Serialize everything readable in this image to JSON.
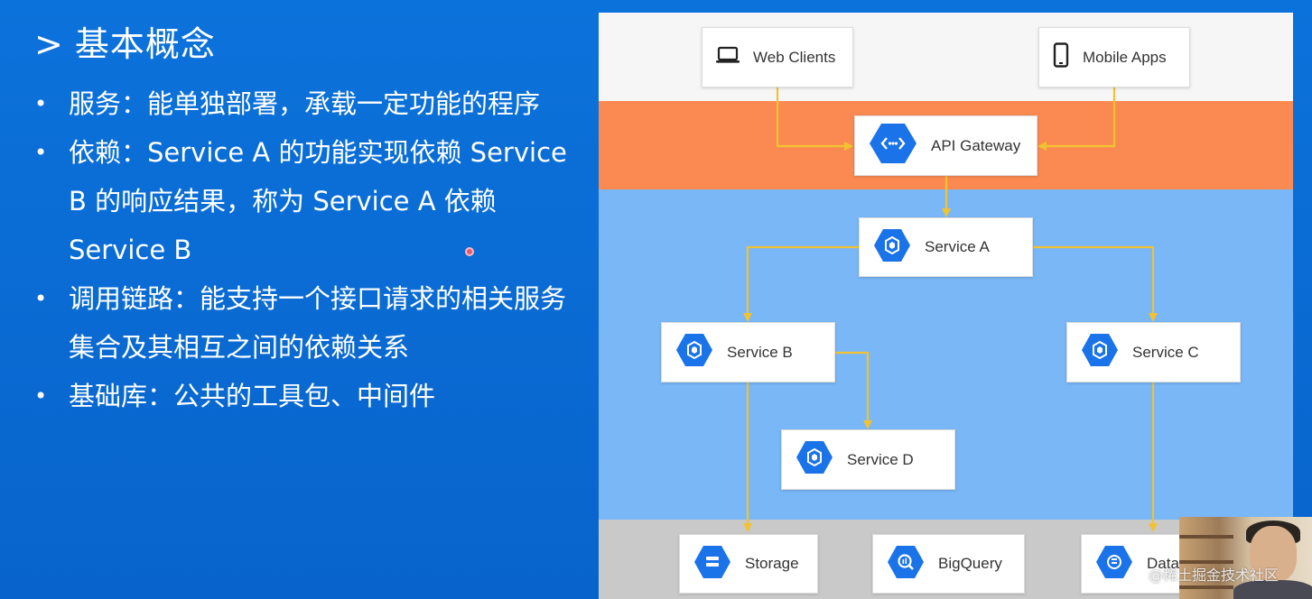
{
  "slide": {
    "caret": ">",
    "title": "基本概念",
    "bullets": [
      {
        "text": "服务：能单独部署，承载一定功能的程序"
      },
      {
        "text": "依赖：Service A 的功能实现依赖 Service B 的响应结果，称为 Service A 依赖 Service B"
      },
      {
        "text": "调用链路：能支持一个接口请求的相关服务集合及其相互之间的依赖关系"
      },
      {
        "text": "基础库：公共的工具包、中间件"
      }
    ],
    "bullet_glyph": "•"
  },
  "diagram": {
    "colors": {
      "clients_band": "#f6f6f6",
      "gateway_band": "#fb8a52",
      "services_band": "#79b7f7",
      "storage_band": "#c9c9c9",
      "connector": "#f2c230",
      "hex_icon": "#1a73e8"
    },
    "nodes": {
      "web_clients": {
        "label": "Web Clients",
        "icon": "laptop-icon"
      },
      "mobile_apps": {
        "label": "Mobile Apps",
        "icon": "phone-icon"
      },
      "api_gateway": {
        "label": "API Gateway",
        "icon": "api-gateway-icon"
      },
      "service_a": {
        "label": "Service A",
        "icon": "compute-engine-icon"
      },
      "service_b": {
        "label": "Service B",
        "icon": "compute-engine-icon"
      },
      "service_c": {
        "label": "Service C",
        "icon": "compute-engine-icon"
      },
      "service_d": {
        "label": "Service D",
        "icon": "compute-engine-icon"
      },
      "storage": {
        "label": "Storage",
        "icon": "storage-icon"
      },
      "bigquery": {
        "label": "BigQuery",
        "icon": "bigquery-icon"
      },
      "datastore": {
        "label": "Data",
        "icon": "datastore-icon"
      }
    },
    "edges": [
      {
        "from": "Web Clients",
        "to": "API Gateway"
      },
      {
        "from": "Mobile Apps",
        "to": "API Gateway"
      },
      {
        "from": "API Gateway",
        "to": "Service A"
      },
      {
        "from": "Service A",
        "to": "Service B"
      },
      {
        "from": "Service A",
        "to": "Service C"
      },
      {
        "from": "Service B",
        "to": "Service D"
      },
      {
        "from": "Service B",
        "to": "Storage"
      },
      {
        "from": "Service C",
        "to": "Data"
      }
    ]
  },
  "overlay": {
    "watermark": "@稀土掘金技术社区"
  }
}
